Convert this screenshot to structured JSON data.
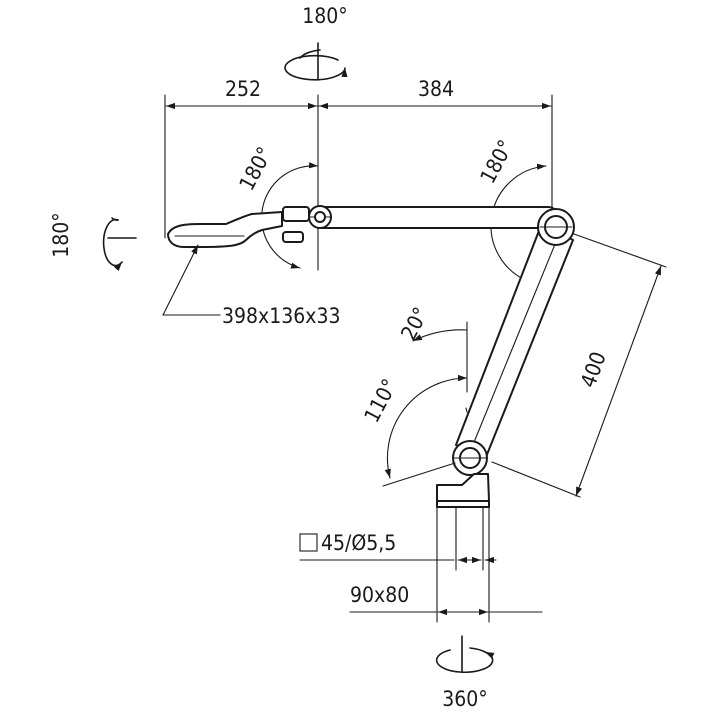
{
  "labels": {
    "rot_top": "180°",
    "dim_head": "252",
    "dim_arm": "384",
    "rot_head_side": "180°",
    "rot_head_swivel": "180°",
    "rot_elbow": "180°",
    "head_size": "398x136x33",
    "rot_tilt_small": "20°",
    "rot_tilt_big": "110°",
    "dim_lower_arm": "400",
    "mount_hole": "45/Ø5,5",
    "base_size": "90x80",
    "rot_base": "360°"
  }
}
